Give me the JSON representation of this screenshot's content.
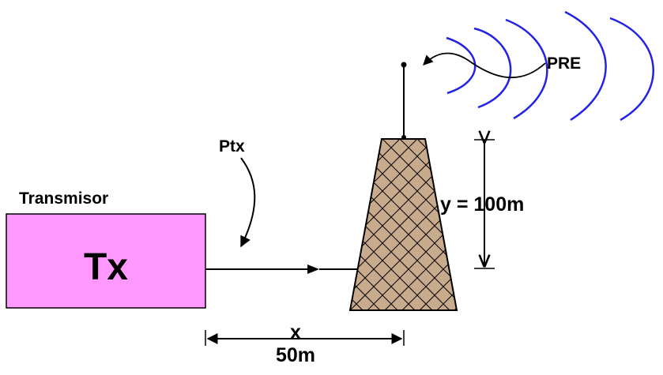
{
  "diagram": {
    "transmitter_caption": "Transmisor",
    "transmitter_box_label": "Tx",
    "tx_power_label": "Ptx",
    "radiated_power_label": "PRE",
    "height_label": "y = 100m",
    "distance_variable": "x",
    "distance_value": "50m"
  },
  "colors": {
    "transmitter_box": "#ff99ff",
    "tower_fill": "#c8aa8c",
    "waves": "#2323e6",
    "lines": "#000000"
  }
}
